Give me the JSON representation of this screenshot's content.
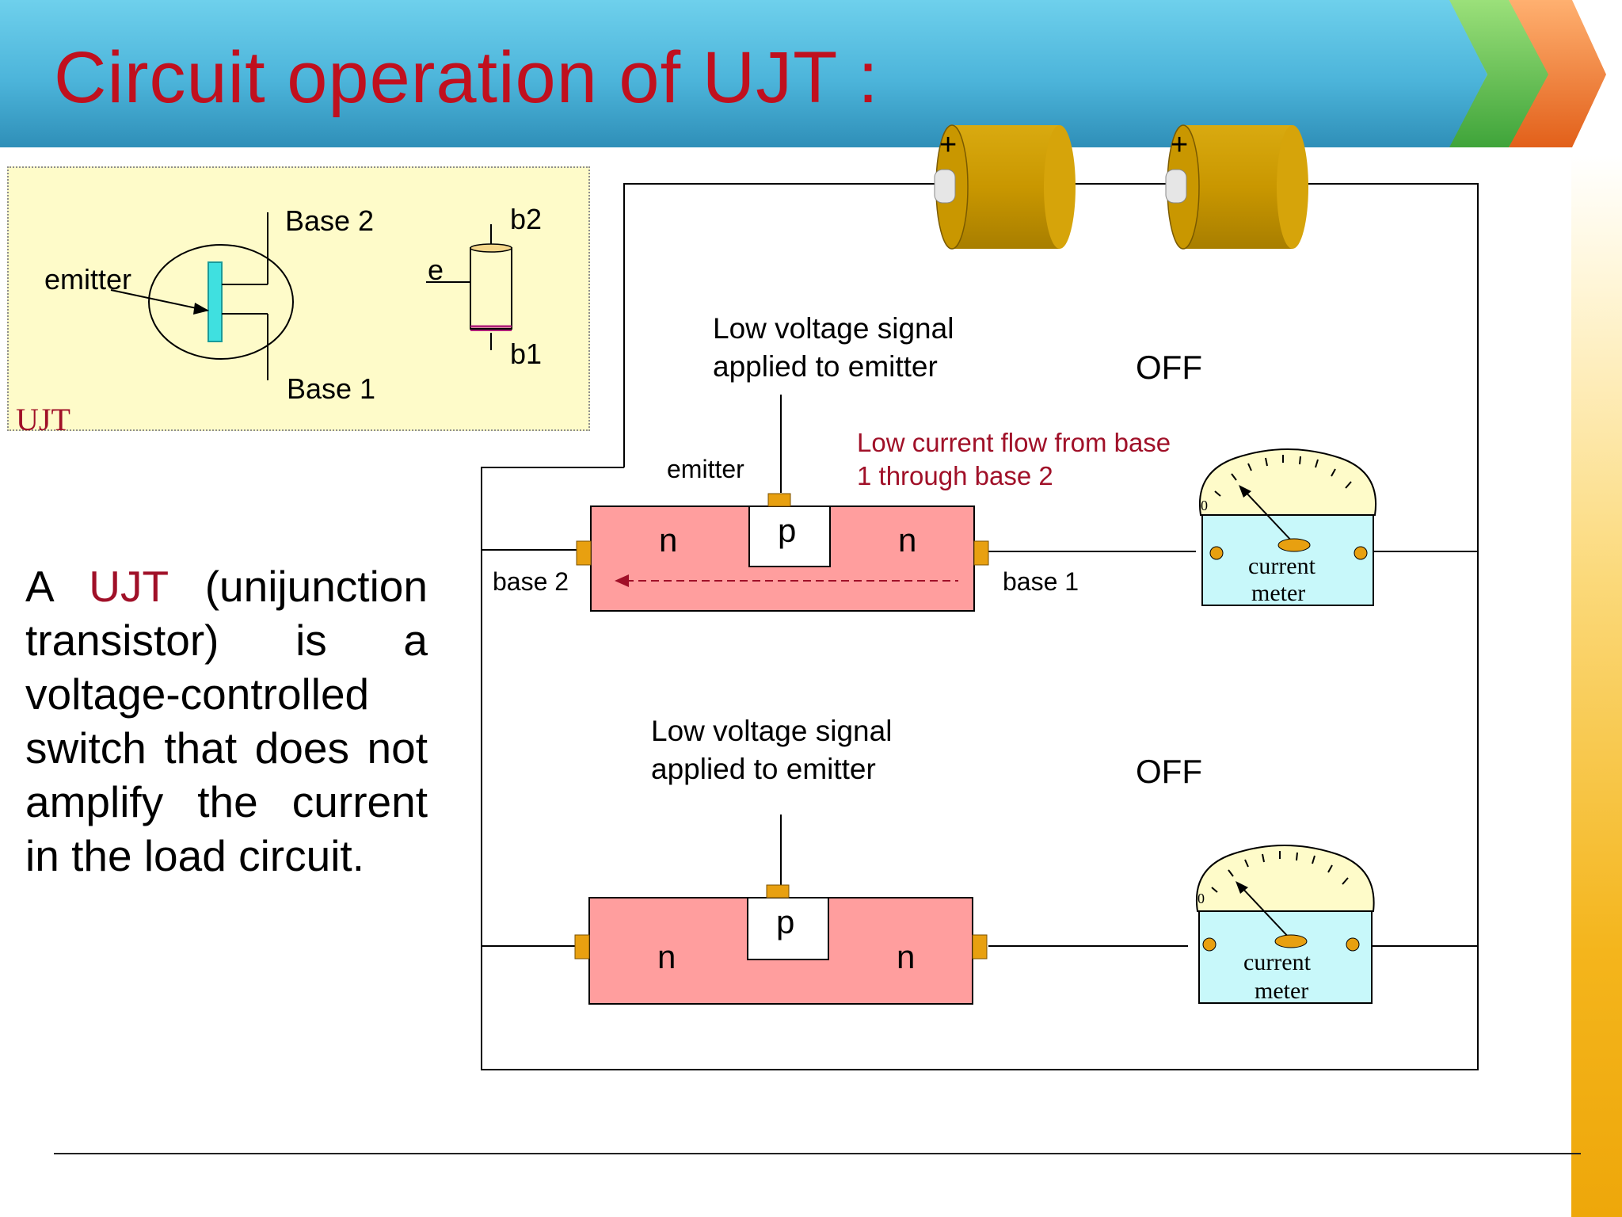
{
  "slide": {
    "title": "Circuit operation of UJT :"
  },
  "colors": {
    "title": "#c0101e",
    "header_band": "#4eb3d8",
    "chevron_green": "#6cc04a",
    "chevron_orange": "#f07a2a",
    "semiconductor_body": "#ff9e9e",
    "terminal_tab": "#e8a010",
    "battery": "#c99700",
    "meter_face": "#fefbc9",
    "meter_body": "#c8f8fa",
    "highlight_text": "#a01028",
    "ujt_box": "#fefbc9"
  },
  "ujt_symbol": {
    "labels": {
      "base2": "Base 2",
      "emitter": "emitter",
      "base1": "Base 1",
      "caption": "UJT",
      "e": "e",
      "b2": "b2",
      "b1": "b1"
    }
  },
  "description": {
    "prefix": "A ",
    "highlight": "UJT",
    "rest": " (unijunction transistor) is a voltage-controlled switch that does not amplify the current in the load circuit."
  },
  "circuit_top": {
    "signal_label_line1": "Low voltage signal",
    "signal_label_line2": "applied to emitter",
    "state": "OFF",
    "flow_note_line1": "Low current flow from base",
    "flow_note_line2": "1 through base 2",
    "emitter_label": "emitter",
    "base2_label": "base 2",
    "base1_label": "base 1",
    "region_left": "n",
    "region_mid": "p",
    "region_right": "n",
    "meter_label_line1": "current",
    "meter_label_line2": "meter",
    "meter_zero": "0"
  },
  "circuit_bottom": {
    "signal_label_line1": "Low voltage signal",
    "signal_label_line2": "applied to emitter",
    "state": "OFF",
    "region_left": "n",
    "region_mid": "p",
    "region_right": "n",
    "meter_label_line1": "current",
    "meter_label_line2": "meter",
    "meter_zero": "0"
  },
  "batteries": {
    "plus_symbol": "+"
  },
  "icons": [
    "battery-icon",
    "current-meter-icon",
    "ujt-symbol-icon",
    "arrow-left-icon"
  ]
}
